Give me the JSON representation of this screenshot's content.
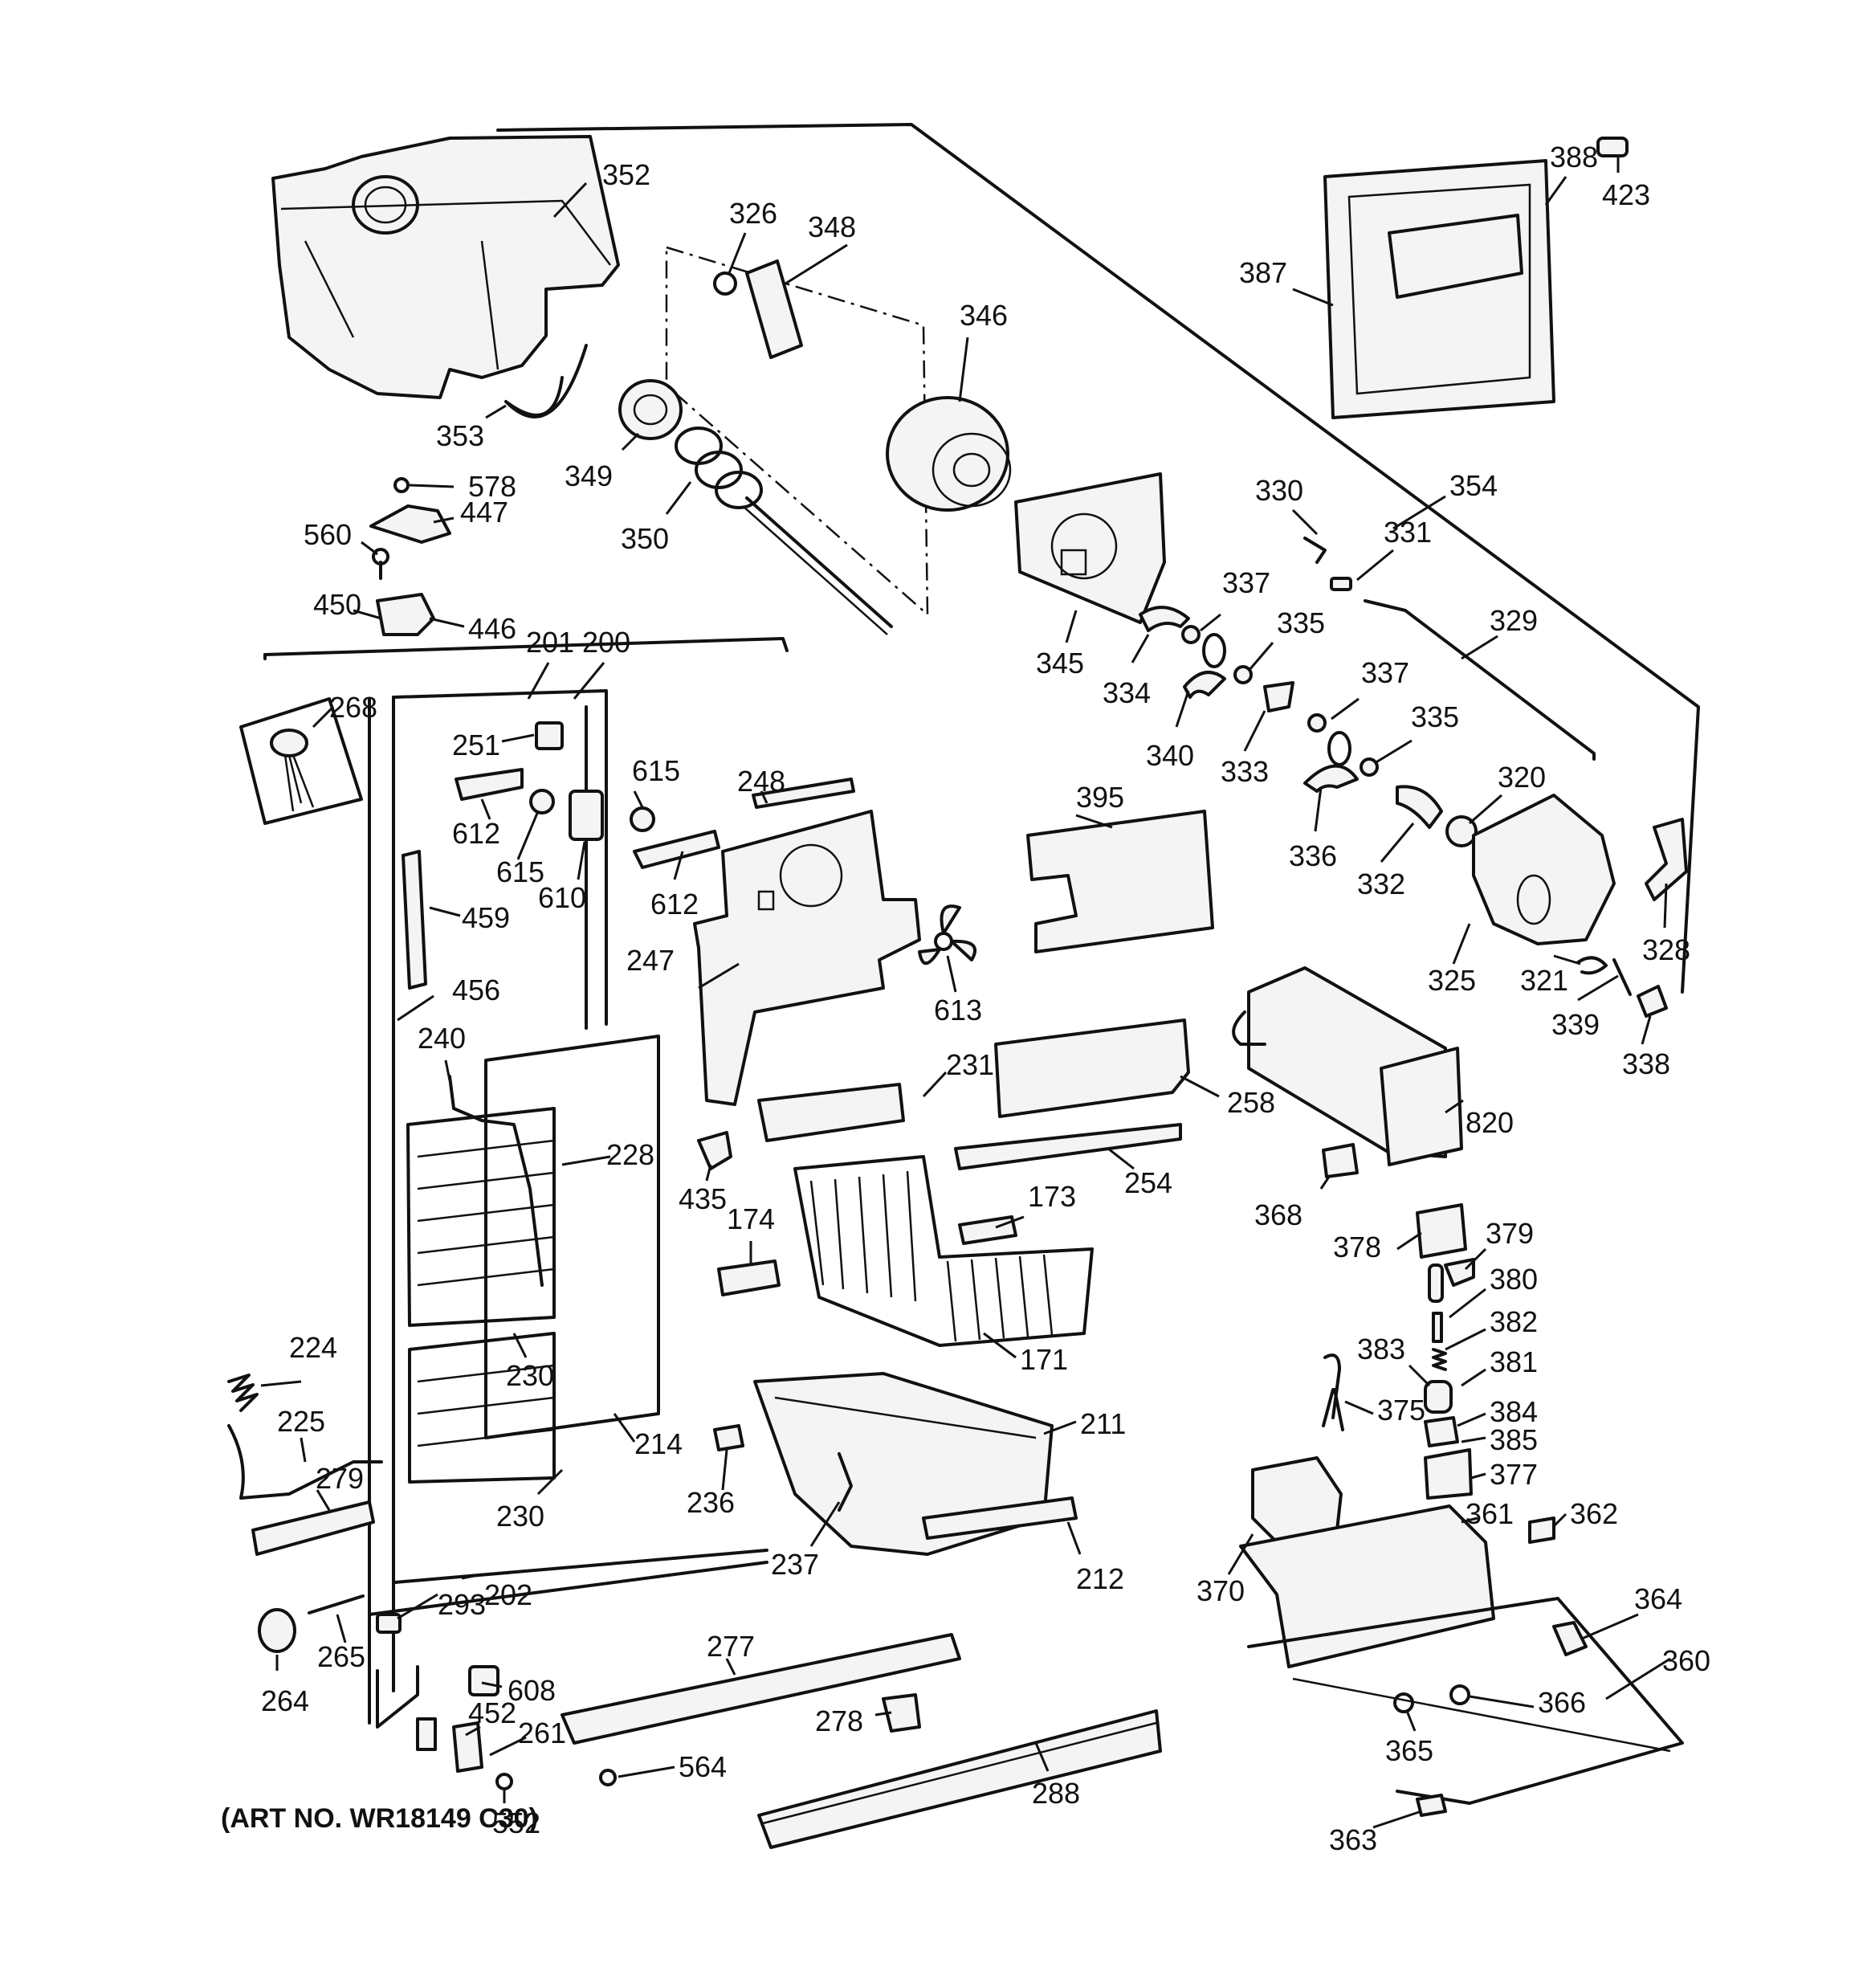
{
  "diagram": {
    "art_number": "(ART NO. WR18149 C30)",
    "callouts": [
      {
        "id": "352",
        "text": "352"
      },
      {
        "id": "326",
        "text": "326"
      },
      {
        "id": "348",
        "text": "348"
      },
      {
        "id": "346",
        "text": "346"
      },
      {
        "id": "387",
        "text": "387"
      },
      {
        "id": "388",
        "text": "388"
      },
      {
        "id": "423",
        "text": "423"
      },
      {
        "id": "353",
        "text": "353"
      },
      {
        "id": "349",
        "text": "349"
      },
      {
        "id": "350",
        "text": "350"
      },
      {
        "id": "578",
        "text": "578"
      },
      {
        "id": "447",
        "text": "447"
      },
      {
        "id": "560",
        "text": "560"
      },
      {
        "id": "450",
        "text": "450"
      },
      {
        "id": "446",
        "text": "446"
      },
      {
        "id": "330",
        "text": "330"
      },
      {
        "id": "354",
        "text": "354"
      },
      {
        "id": "331",
        "text": "331"
      },
      {
        "id": "337a",
        "text": "337"
      },
      {
        "id": "329",
        "text": "329"
      },
      {
        "id": "345",
        "text": "345"
      },
      {
        "id": "334",
        "text": "334"
      },
      {
        "id": "335a",
        "text": "335"
      },
      {
        "id": "340",
        "text": "340"
      },
      {
        "id": "337b",
        "text": "337"
      },
      {
        "id": "333",
        "text": "333"
      },
      {
        "id": "335b",
        "text": "335"
      },
      {
        "id": "336",
        "text": "336"
      },
      {
        "id": "320",
        "text": "320"
      },
      {
        "id": "332",
        "text": "332"
      },
      {
        "id": "328",
        "text": "328"
      },
      {
        "id": "325",
        "text": "325"
      },
      {
        "id": "321",
        "text": "321"
      },
      {
        "id": "339",
        "text": "339"
      },
      {
        "id": "338",
        "text": "338"
      },
      {
        "id": "201",
        "text": "201"
      },
      {
        "id": "200",
        "text": "200"
      },
      {
        "id": "268",
        "text": "268"
      },
      {
        "id": "251",
        "text": "251"
      },
      {
        "id": "612a",
        "text": "612"
      },
      {
        "id": "615a",
        "text": "615"
      },
      {
        "id": "615b",
        "text": "615"
      },
      {
        "id": "610",
        "text": "610"
      },
      {
        "id": "248",
        "text": "248"
      },
      {
        "id": "612b",
        "text": "612"
      },
      {
        "id": "395",
        "text": "395"
      },
      {
        "id": "459",
        "text": "459"
      },
      {
        "id": "247",
        "text": "247"
      },
      {
        "id": "613",
        "text": "613"
      },
      {
        "id": "456",
        "text": "456"
      },
      {
        "id": "240",
        "text": "240"
      },
      {
        "id": "228",
        "text": "228"
      },
      {
        "id": "231",
        "text": "231"
      },
      {
        "id": "258",
        "text": "258"
      },
      {
        "id": "820",
        "text": "820"
      },
      {
        "id": "254",
        "text": "254"
      },
      {
        "id": "435",
        "text": "435"
      },
      {
        "id": "174",
        "text": "174"
      },
      {
        "id": "173",
        "text": "173"
      },
      {
        "id": "368",
        "text": "368"
      },
      {
        "id": "378",
        "text": "378"
      },
      {
        "id": "379",
        "text": "379"
      },
      {
        "id": "380",
        "text": "380"
      },
      {
        "id": "382",
        "text": "382"
      },
      {
        "id": "230a",
        "text": "230"
      },
      {
        "id": "171",
        "text": "171"
      },
      {
        "id": "383",
        "text": "383"
      },
      {
        "id": "381",
        "text": "381"
      },
      {
        "id": "224",
        "text": "224"
      },
      {
        "id": "375",
        "text": "375"
      },
      {
        "id": "211",
        "text": "211"
      },
      {
        "id": "384",
        "text": "384"
      },
      {
        "id": "225",
        "text": "225"
      },
      {
        "id": "214",
        "text": "214"
      },
      {
        "id": "385",
        "text": "385"
      },
      {
        "id": "377",
        "text": "377"
      },
      {
        "id": "279",
        "text": "279"
      },
      {
        "id": "236",
        "text": "236"
      },
      {
        "id": "230b",
        "text": "230"
      },
      {
        "id": "361",
        "text": "361"
      },
      {
        "id": "362",
        "text": "362"
      },
      {
        "id": "237",
        "text": "237"
      },
      {
        "id": "212",
        "text": "212"
      },
      {
        "id": "370",
        "text": "370"
      },
      {
        "id": "293",
        "text": "293"
      },
      {
        "id": "202",
        "text": "202"
      },
      {
        "id": "265",
        "text": "265"
      },
      {
        "id": "364",
        "text": "364"
      },
      {
        "id": "277",
        "text": "277"
      },
      {
        "id": "360",
        "text": "360"
      },
      {
        "id": "608",
        "text": "608"
      },
      {
        "id": "264",
        "text": "264"
      },
      {
        "id": "366",
        "text": "366"
      },
      {
        "id": "452",
        "text": "452"
      },
      {
        "id": "278",
        "text": "278"
      },
      {
        "id": "261",
        "text": "261"
      },
      {
        "id": "365",
        "text": "365"
      },
      {
        "id": "564",
        "text": "564"
      },
      {
        "id": "288",
        "text": "288"
      },
      {
        "id": "552",
        "text": "552"
      },
      {
        "id": "363",
        "text": "363"
      }
    ]
  }
}
